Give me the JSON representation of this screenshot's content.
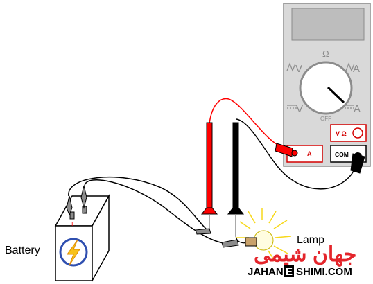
{
  "labels": {
    "battery": "Battery",
    "lamp": "Lamp",
    "plus": "+",
    "minus": "-"
  },
  "meter": {
    "ohm_symbol": "Ω",
    "off_label": "OFF",
    "range_ac_volts": "V",
    "range_dc_volts": "V",
    "range_ac_amps": "A",
    "range_dc_amps": "A",
    "jack_amps_label": "A",
    "jack_vohm_label": "V Ω",
    "jack_com_label": "COM"
  },
  "watermark": {
    "brand_text": "جهان شیمی",
    "url_text_left": "JAHAN",
    "url_text_mid": "E",
    "url_text_right": "SHIMI.COM"
  },
  "colors": {
    "red_lead": "#ff0000",
    "black_lead": "#000000",
    "meter_body": "#d9d9d9",
    "meter_display": "#bdbdbd",
    "bolt": "#f7c21a",
    "battery_circle": "#2f4fb0",
    "watermark_red": "#e4252b"
  }
}
